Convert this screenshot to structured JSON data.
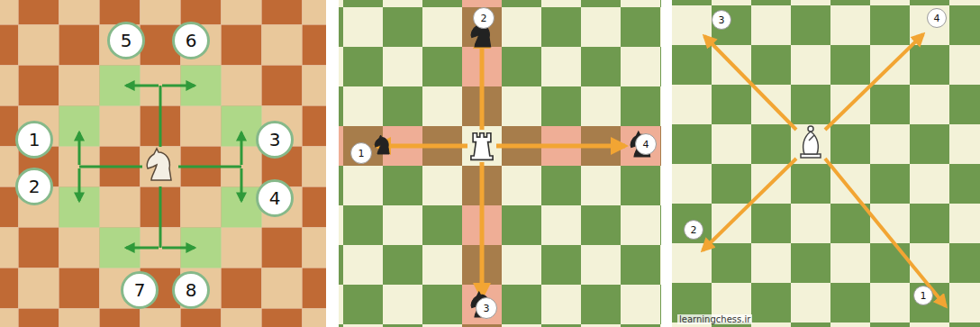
{
  "diagram": {
    "nodes": [
      {
        "text": [
          "1"
        ]
      },
      {
        "text": [
          "2"
        ]
      },
      {
        "text": [
          "3"
        ]
      },
      {
        "text": [
          "4"
        ]
      },
      {
        "text": [
          "5"
        ]
      },
      {
        "text": [
          "6"
        ]
      },
      {
        "text": [
          "7"
        ]
      },
      {
        "text": [
          "8"
        ]
      },
      {
        "text": [
          "1"
        ]
      },
      {
        "text": [
          "2"
        ]
      },
      {
        "text": [
          "3"
        ]
      },
      {
        "text": [
          "4"
        ]
      },
      {
        "text": [
          "1"
        ]
      },
      {
        "text": [
          "2"
        ]
      },
      {
        "text": [
          "3"
        ]
      },
      {
        "text": [
          "4"
        ]
      }
    ],
    "labels": [
      "learningchess.ir"
    ]
  }
}
